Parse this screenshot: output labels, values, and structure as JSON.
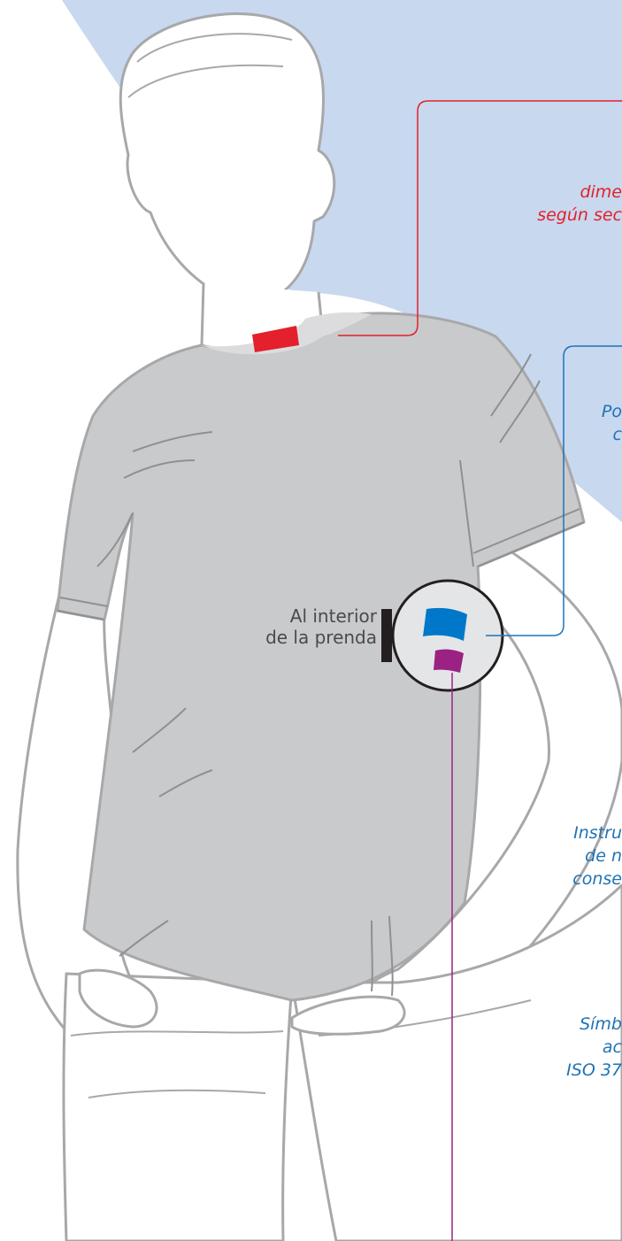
{
  "annotations": {
    "neck_label": {
      "lines": [
        "dime",
        "según sec"
      ],
      "color": "#e3202b"
    },
    "side_label_top": {
      "lines": [
        "Po",
        "c"
      ],
      "color": "#1f73b7"
    },
    "inside_garment": {
      "lines": [
        "Al interior",
        "de la prenda"
      ]
    },
    "care_label": {
      "lines": [
        "Instru",
        "de n",
        "conse"
      ],
      "color": "#1f73b7"
    },
    "symbols_label": {
      "lines": [
        "Símb",
        "ac",
        "ISO 37"
      ],
      "color": "#1f73b7"
    }
  },
  "colors": {
    "background_shape": "#c8d8ee",
    "shirt": "#c9cacc",
    "outline": "#a8a8aa",
    "neck_tag": "#e3202b",
    "side_tag_top": "#0077c8",
    "side_tag_bottom": "#9b2283",
    "inside_marker": "#231f20",
    "leader_red": "#e3202b",
    "leader_blue": "#1f73b7",
    "leader_magenta": "#9b2283"
  },
  "icons": {
    "neck_tag": "neck-label-tag-icon",
    "side_tag_top": "side-seam-tag-icon",
    "side_tag_bottom": "care-tag-icon",
    "magnifier": "magnifier-circle-icon"
  }
}
